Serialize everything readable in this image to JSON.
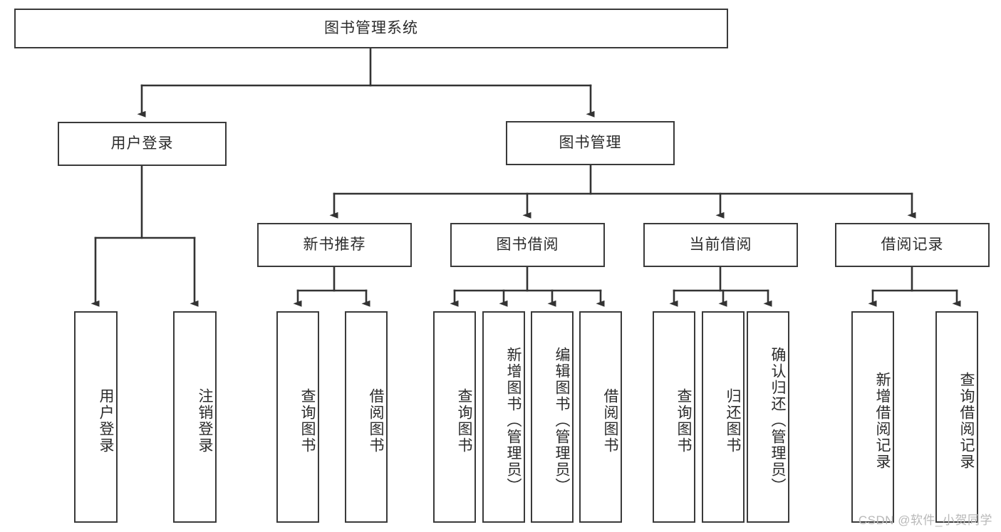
{
  "diagram": {
    "title": "图书管理系统",
    "type": "tree-hierarchy",
    "watermark": "CSDN @软件_小贺同学",
    "colors": {
      "box_border": "#3a3a3a",
      "box_fill": "#ffffff",
      "edge": "#333333",
      "text": "#2b2b2b",
      "watermark": "#b8b8b8",
      "background": "#ffffff"
    },
    "root": {
      "id": "root",
      "label": "图书管理系统",
      "orientation": "horizontal"
    },
    "level2": [
      {
        "id": "user-login",
        "label": "用户登录",
        "orientation": "horizontal"
      },
      {
        "id": "book-manage",
        "label": "图书管理",
        "orientation": "horizontal"
      }
    ],
    "level3": [
      {
        "id": "new-book-recommend",
        "label": "新书推荐",
        "orientation": "horizontal",
        "parent": "book-manage"
      },
      {
        "id": "book-borrow",
        "label": "图书借阅",
        "orientation": "horizontal",
        "parent": "book-manage"
      },
      {
        "id": "current-borrow",
        "label": "当前借阅",
        "orientation": "horizontal",
        "parent": "book-manage"
      },
      {
        "id": "borrow-record",
        "label": "借阅记录",
        "orientation": "horizontal",
        "parent": "book-manage"
      }
    ],
    "leaves": [
      {
        "id": "leaf-user-login",
        "label": "用户登录",
        "orientation": "vertical",
        "parent": "user-login"
      },
      {
        "id": "leaf-user-logout",
        "label": "注销登录",
        "orientation": "vertical",
        "parent": "user-login"
      },
      {
        "id": "leaf-query-book-a",
        "label": "查询图书",
        "orientation": "vertical",
        "parent": "new-book-recommend"
      },
      {
        "id": "leaf-borrow-book-a",
        "label": "借阅图书",
        "orientation": "vertical",
        "parent": "new-book-recommend"
      },
      {
        "id": "leaf-query-book-b",
        "label": "查询图书",
        "orientation": "vertical",
        "parent": "book-borrow"
      },
      {
        "id": "leaf-add-book",
        "label": "新增图书（管理员）",
        "orientation": "vertical",
        "parent": "book-borrow"
      },
      {
        "id": "leaf-edit-book",
        "label": "编辑图书（管理员）",
        "orientation": "vertical",
        "parent": "book-borrow"
      },
      {
        "id": "leaf-borrow-book-b",
        "label": "借阅图书",
        "orientation": "vertical",
        "parent": "book-borrow"
      },
      {
        "id": "leaf-query-book-c",
        "label": "查询图书",
        "orientation": "vertical",
        "parent": "current-borrow"
      },
      {
        "id": "leaf-return-book",
        "label": "归还图书",
        "orientation": "vertical",
        "parent": "current-borrow"
      },
      {
        "id": "leaf-confirm-return",
        "label": "确认归还（管理员）",
        "orientation": "vertical",
        "parent": "current-borrow"
      },
      {
        "id": "leaf-add-record",
        "label": "新增借阅记录",
        "orientation": "vertical",
        "parent": "borrow-record"
      },
      {
        "id": "leaf-query-record",
        "label": "查询借阅记录",
        "orientation": "vertical",
        "parent": "borrow-record"
      }
    ]
  }
}
